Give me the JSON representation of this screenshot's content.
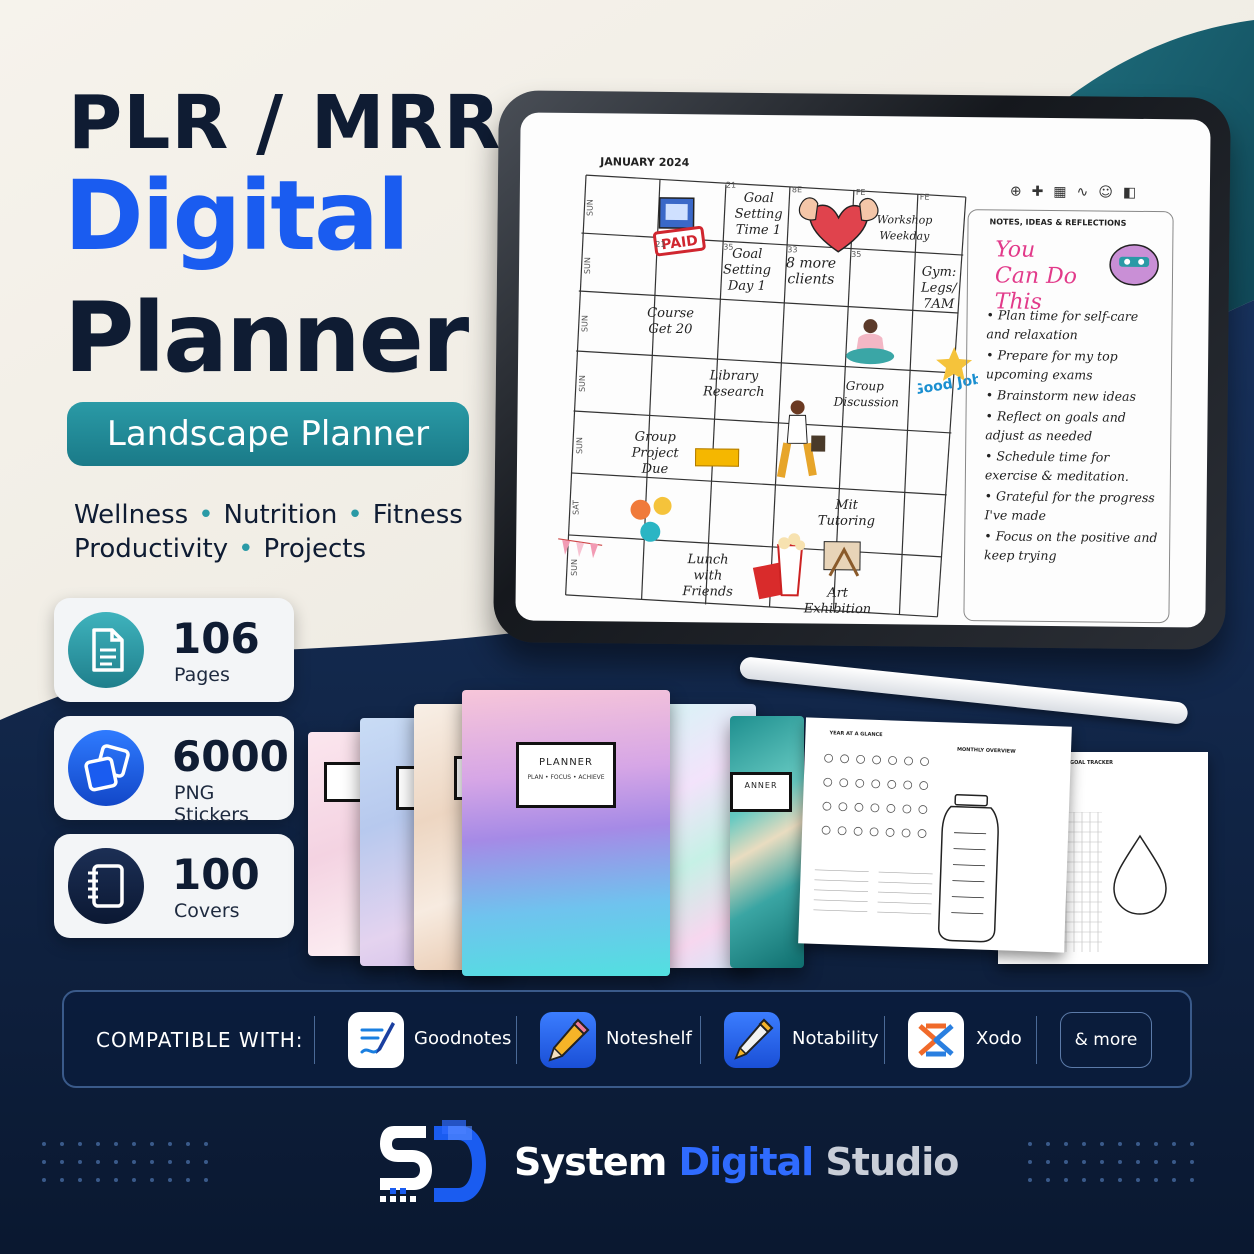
{
  "headline": {
    "line1": "PLR / MRR",
    "line2": "Digital",
    "line3": "Planner"
  },
  "badge": "Landscape Planner",
  "tags": {
    "row1": [
      "Wellness",
      "Nutrition",
      "Fitness"
    ],
    "row2": [
      "Productivity",
      "Projects"
    ]
  },
  "stats": [
    {
      "icon": "document-icon",
      "value": "106",
      "label": "Pages"
    },
    {
      "icon": "stickers-icon",
      "value": "6000",
      "label": "PNG Stickers"
    },
    {
      "icon": "notebook-icon",
      "value": "100",
      "label": "Covers"
    }
  ],
  "calendar": {
    "title": "JANUARY 2024",
    "weekdays": [
      "SUN",
      "SUN",
      "SUN",
      "SUN",
      "SUN",
      "SAT",
      "SUN"
    ],
    "events": {
      "goal_time": "Goal Setting Time 1",
      "workshop": "Workshop Weekday",
      "goal_day": "Goal Setting Day 1",
      "clients": "8 more clients",
      "gym": "Gym: Legs/ 7AM",
      "course": "Course Get 20",
      "library": "Library Research",
      "group_discussion": "Group Discussion",
      "group_project": "Group Project Due",
      "tutoring": "Mit Tutoring",
      "lunch": "Lunch with Friends",
      "art": "Art Exhibition"
    },
    "stickers": {
      "paid": "PAID",
      "good_job": "Good Job"
    }
  },
  "notes": {
    "title": "NOTES, IDEAS & REFLECTIONS",
    "banner": "You Can Do This",
    "items": [
      "Plan time for self-care and relaxation",
      "Prepare for my top upcoming exams",
      "Brainstorm new ideas",
      "Reflect on goals and adjust as needed",
      "Schedule time for exercise & meditation.",
      "Grateful for the progress I've made",
      "Focus on the positive and keep trying"
    ]
  },
  "cover_label": {
    "title": "PLANNER",
    "subtitle": "PLAN • FOCUS • ACHIEVE"
  },
  "sheets": {
    "year": "YEAR AT A GLANCE",
    "monthly": "MONTHLY OVERVIEW",
    "goal": "GOAL TRACKER"
  },
  "compatible": {
    "label": "COMPATIBLE WITH:",
    "apps": [
      "Goodnotes",
      "Noteshelf",
      "Notability",
      "Xodo"
    ],
    "more": "& more"
  },
  "brand": {
    "part1": "System",
    "part2": "Digital",
    "part3": "Studio"
  },
  "colors": {
    "accent_blue": "#1a5cf0",
    "teal": "#2a9aa6",
    "navy": "#0d1f3f"
  }
}
